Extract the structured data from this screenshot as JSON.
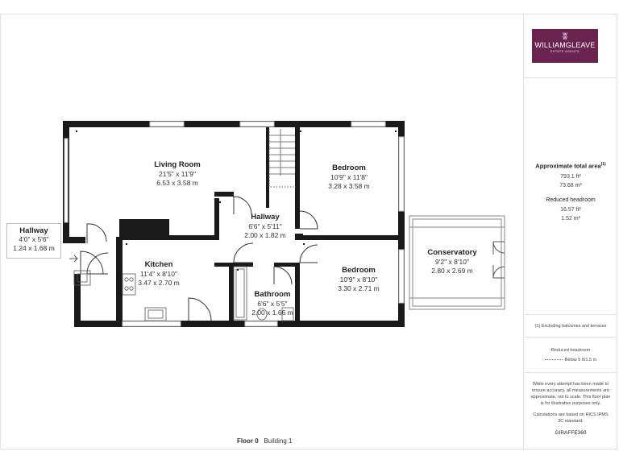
{
  "floor_label": {
    "floor": "Floor 0",
    "building": "Building 1"
  },
  "rooms": {
    "living_room": {
      "name": "Living Room",
      "imperial": "21'5\" x 11'9\"",
      "metric": "6.53 x 3.58 m"
    },
    "bedroom_1": {
      "name": "Bedroom",
      "imperial": "10'9\" x 11'8\"",
      "metric": "3.28 x 3.58 m"
    },
    "hallway_inner": {
      "name": "Hallway",
      "imperial": "6'6\" x 5'11\"",
      "metric": "2.00 x 1.82 m"
    },
    "hallway_entry": {
      "name": "Hallway",
      "imperial": "4'0\" x 5'6\"",
      "metric": "1.24 x 1.68 m"
    },
    "kitchen": {
      "name": "Kitchen",
      "imperial": "11'4\" x 8'10\"",
      "metric": "3.47 x 2.70 m"
    },
    "bedroom_2": {
      "name": "Bedroom",
      "imperial": "10'9\" x 8'10\"",
      "metric": "3.30 x 2.71 m"
    },
    "conservatory": {
      "name": "Conservatory",
      "imperial": "9'2\" x 8'10\"",
      "metric": "2.80 x 2.69 m"
    },
    "bathroom": {
      "name": "Bathroom",
      "imperial": "6'6\" x 5'5\"",
      "metric": "2.00 x 1.66 m"
    }
  },
  "sidebar": {
    "logo": {
      "name": "WILLIAMGLEAVE",
      "subtitle": "ESTATE AGENTS",
      "mark": "ʬ"
    },
    "area_title": "Approximate total area",
    "area_note_marker": "(1)",
    "area_sqft": "793.1 ft²",
    "area_sqm": "73.68 m²",
    "reduced_headroom_title": "Reduced headroom",
    "reduced_sqft": "16.57 ft²",
    "reduced_sqm": "1.52 m²",
    "footnote": "(1) Excluding balconies and terraces",
    "legend_title": "Reduced headroom",
    "legend_text": "Below 5 ft/1.5 m",
    "disclaimer": "While every attempt has been made to ensure accuracy, all measurements are approximate, not to scale. This floor plan is for illustrative purposes only.",
    "calc_note": "Calculations are based on RICS IPMS 3C standard.",
    "brand": "GIRAFFE360"
  },
  "colors": {
    "wall": "#1a1a1a",
    "window": "#cfcfcf",
    "logo_bg": "#6b2350"
  }
}
